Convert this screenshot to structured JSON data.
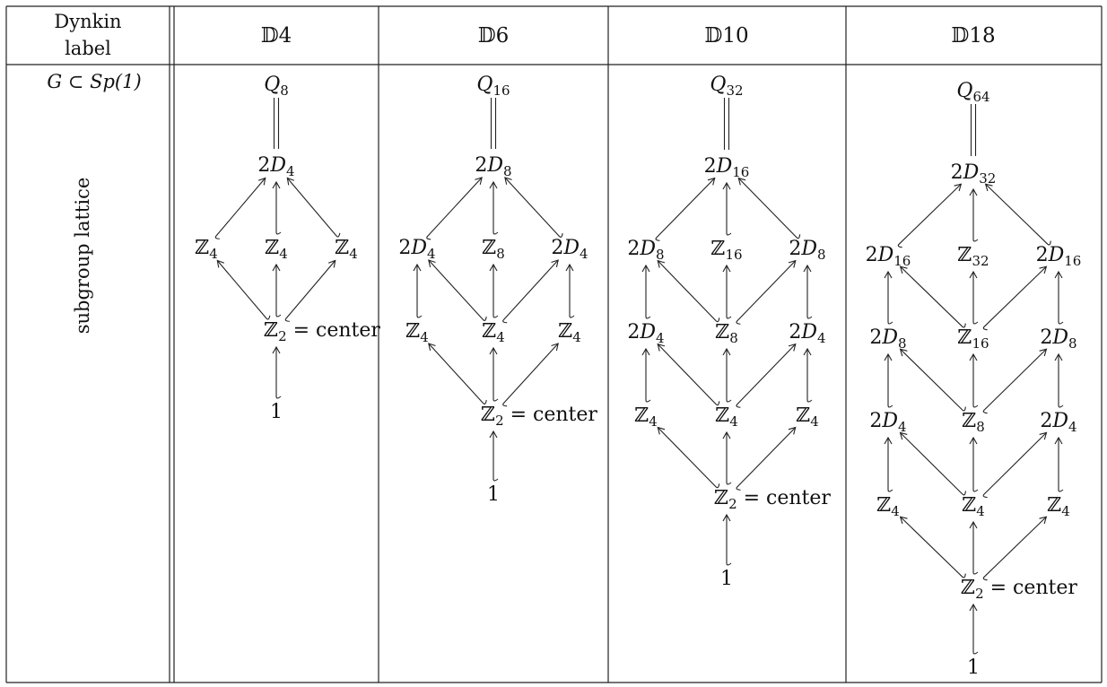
{
  "table": {
    "header_row": {
      "label": "Dynkin\nlabel",
      "columns": [
        "𝔻4",
        "𝔻6",
        "𝔻10",
        "𝔻18"
      ]
    },
    "row": {
      "label_top": "G ⊂ Sp(1)",
      "label_rotated": "subgroup lattice"
    }
  },
  "lattices": [
    {
      "column": "𝔻4",
      "nodes": [
        {
          "id": "Q8",
          "label": "Q8"
        },
        {
          "id": "2D4",
          "label": "2D4"
        },
        {
          "id": "Z4a",
          "label": "Z4"
        },
        {
          "id": "Z4b",
          "label": "Z4"
        },
        {
          "id": "Z4c",
          "label": "Z4"
        },
        {
          "id": "Z2",
          "label": "Z2 = center"
        },
        {
          "id": "one",
          "label": "1"
        }
      ],
      "edges": [
        {
          "from": "2D4",
          "to": "Q8",
          "kind": "equal"
        },
        {
          "from": "Z4a",
          "to": "2D4",
          "kind": "inclusion"
        },
        {
          "from": "Z4b",
          "to": "2D4",
          "kind": "inclusion"
        },
        {
          "from": "Z4c",
          "to": "2D4",
          "kind": "inclusion"
        },
        {
          "from": "Z2",
          "to": "Z4a",
          "kind": "inclusion"
        },
        {
          "from": "Z2",
          "to": "Z4b",
          "kind": "inclusion"
        },
        {
          "from": "Z2",
          "to": "Z4c",
          "kind": "inclusion"
        },
        {
          "from": "one",
          "to": "Z2",
          "kind": "inclusion"
        }
      ]
    },
    {
      "column": "𝔻6",
      "nodes": [
        {
          "id": "Q16",
          "label": "Q16"
        },
        {
          "id": "2D8",
          "label": "2D8"
        },
        {
          "id": "2D4a",
          "label": "2D4"
        },
        {
          "id": "Z8",
          "label": "Z8"
        },
        {
          "id": "2D4b",
          "label": "2D4"
        },
        {
          "id": "Z4a",
          "label": "Z4"
        },
        {
          "id": "Z4b",
          "label": "Z4"
        },
        {
          "id": "Z4c",
          "label": "Z4"
        },
        {
          "id": "Z2",
          "label": "Z2 = center"
        },
        {
          "id": "one",
          "label": "1"
        }
      ],
      "edges": [
        {
          "from": "2D8",
          "to": "Q16",
          "kind": "equal"
        },
        {
          "from": "2D4a",
          "to": "2D8",
          "kind": "inclusion"
        },
        {
          "from": "Z8",
          "to": "2D8",
          "kind": "inclusion"
        },
        {
          "from": "2D4b",
          "to": "2D8",
          "kind": "inclusion"
        },
        {
          "from": "Z4a",
          "to": "2D4a",
          "kind": "inclusion"
        },
        {
          "from": "Z4b",
          "to": "2D4a",
          "kind": "inclusion"
        },
        {
          "from": "Z4b",
          "to": "Z8",
          "kind": "inclusion"
        },
        {
          "from": "Z4b",
          "to": "2D4b",
          "kind": "inclusion"
        },
        {
          "from": "Z4c",
          "to": "2D4b",
          "kind": "inclusion"
        },
        {
          "from": "Z2",
          "to": "Z4a",
          "kind": "inclusion"
        },
        {
          "from": "Z2",
          "to": "Z4b",
          "kind": "inclusion"
        },
        {
          "from": "Z2",
          "to": "Z4c",
          "kind": "inclusion"
        },
        {
          "from": "one",
          "to": "Z2",
          "kind": "inclusion"
        }
      ]
    },
    {
      "column": "𝔻10",
      "nodes": [
        {
          "id": "Q32",
          "label": "Q32"
        },
        {
          "id": "2D16",
          "label": "2D16"
        },
        {
          "id": "2D8a",
          "label": "2D8"
        },
        {
          "id": "Z16",
          "label": "Z16"
        },
        {
          "id": "2D8b",
          "label": "2D8"
        },
        {
          "id": "2D4a",
          "label": "2D4"
        },
        {
          "id": "Z8",
          "label": "Z8"
        },
        {
          "id": "2D4b",
          "label": "2D4"
        },
        {
          "id": "Z4a",
          "label": "Z4"
        },
        {
          "id": "Z4b",
          "label": "Z4"
        },
        {
          "id": "Z4c",
          "label": "Z4"
        },
        {
          "id": "Z2",
          "label": "Z2 = center"
        },
        {
          "id": "one",
          "label": "1"
        }
      ],
      "edges": [
        {
          "from": "2D16",
          "to": "Q32",
          "kind": "equal"
        },
        {
          "from": "2D8a",
          "to": "2D16",
          "kind": "inclusion"
        },
        {
          "from": "Z16",
          "to": "2D16",
          "kind": "inclusion"
        },
        {
          "from": "2D8b",
          "to": "2D16",
          "kind": "inclusion"
        },
        {
          "from": "2D4a",
          "to": "2D8a",
          "kind": "inclusion"
        },
        {
          "from": "Z8",
          "to": "2D8a",
          "kind": "inclusion"
        },
        {
          "from": "Z8",
          "to": "Z16",
          "kind": "inclusion"
        },
        {
          "from": "Z8",
          "to": "2D8b",
          "kind": "inclusion"
        },
        {
          "from": "2D4b",
          "to": "2D8b",
          "kind": "inclusion"
        },
        {
          "from": "Z4a",
          "to": "2D4a",
          "kind": "inclusion"
        },
        {
          "from": "Z4b",
          "to": "2D4a",
          "kind": "inclusion"
        },
        {
          "from": "Z4b",
          "to": "Z8",
          "kind": "inclusion"
        },
        {
          "from": "Z4b",
          "to": "2D4b",
          "kind": "inclusion"
        },
        {
          "from": "Z4c",
          "to": "2D4b",
          "kind": "inclusion"
        },
        {
          "from": "Z2",
          "to": "Z4a",
          "kind": "inclusion"
        },
        {
          "from": "Z2",
          "to": "Z4b",
          "kind": "inclusion"
        },
        {
          "from": "Z2",
          "to": "Z4c",
          "kind": "inclusion"
        },
        {
          "from": "one",
          "to": "Z2",
          "kind": "inclusion"
        }
      ]
    },
    {
      "column": "𝔻18",
      "nodes": [
        {
          "id": "Q64",
          "label": "Q64"
        },
        {
          "id": "2D32",
          "label": "2D32"
        },
        {
          "id": "2D16a",
          "label": "2D16"
        },
        {
          "id": "Z32",
          "label": "Z32"
        },
        {
          "id": "2D16b",
          "label": "2D16"
        },
        {
          "id": "2D8a",
          "label": "2D8"
        },
        {
          "id": "Z16",
          "label": "Z16"
        },
        {
          "id": "2D8b",
          "label": "2D8"
        },
        {
          "id": "2D4a",
          "label": "2D4"
        },
        {
          "id": "Z8",
          "label": "Z8"
        },
        {
          "id": "2D4b",
          "label": "2D4"
        },
        {
          "id": "Z4a",
          "label": "Z4"
        },
        {
          "id": "Z4b",
          "label": "Z4"
        },
        {
          "id": "Z4c",
          "label": "Z4"
        },
        {
          "id": "Z2",
          "label": "Z2 = center"
        },
        {
          "id": "one",
          "label": "1"
        }
      ],
      "edges": [
        {
          "from": "2D32",
          "to": "Q64",
          "kind": "equal"
        },
        {
          "from": "2D16a",
          "to": "2D32",
          "kind": "inclusion"
        },
        {
          "from": "Z32",
          "to": "2D32",
          "kind": "inclusion"
        },
        {
          "from": "2D16b",
          "to": "2D32",
          "kind": "inclusion"
        },
        {
          "from": "2D8a",
          "to": "2D16a",
          "kind": "inclusion"
        },
        {
          "from": "Z16",
          "to": "2D16a",
          "kind": "inclusion"
        },
        {
          "from": "Z16",
          "to": "Z32",
          "kind": "inclusion"
        },
        {
          "from": "Z16",
          "to": "2D16b",
          "kind": "inclusion"
        },
        {
          "from": "2D8b",
          "to": "2D16b",
          "kind": "inclusion"
        },
        {
          "from": "2D4a",
          "to": "2D8a",
          "kind": "inclusion"
        },
        {
          "from": "Z8",
          "to": "2D8a",
          "kind": "inclusion"
        },
        {
          "from": "Z8",
          "to": "Z16",
          "kind": "inclusion"
        },
        {
          "from": "Z8",
          "to": "2D8b",
          "kind": "inclusion"
        },
        {
          "from": "2D4b",
          "to": "2D8b",
          "kind": "inclusion"
        },
        {
          "from": "Z4a",
          "to": "2D4a",
          "kind": "inclusion"
        },
        {
          "from": "Z4b",
          "to": "2D4a",
          "kind": "inclusion"
        },
        {
          "from": "Z4b",
          "to": "Z8",
          "kind": "inclusion"
        },
        {
          "from": "Z4b",
          "to": "2D4b",
          "kind": "inclusion"
        },
        {
          "from": "Z4c",
          "to": "2D4b",
          "kind": "inclusion"
        },
        {
          "from": "Z2",
          "to": "Z4a",
          "kind": "inclusion"
        },
        {
          "from": "Z2",
          "to": "Z4b",
          "kind": "inclusion"
        },
        {
          "from": "Z2",
          "to": "Z4c",
          "kind": "inclusion"
        },
        {
          "from": "one",
          "to": "Z2",
          "kind": "inclusion"
        }
      ]
    }
  ]
}
